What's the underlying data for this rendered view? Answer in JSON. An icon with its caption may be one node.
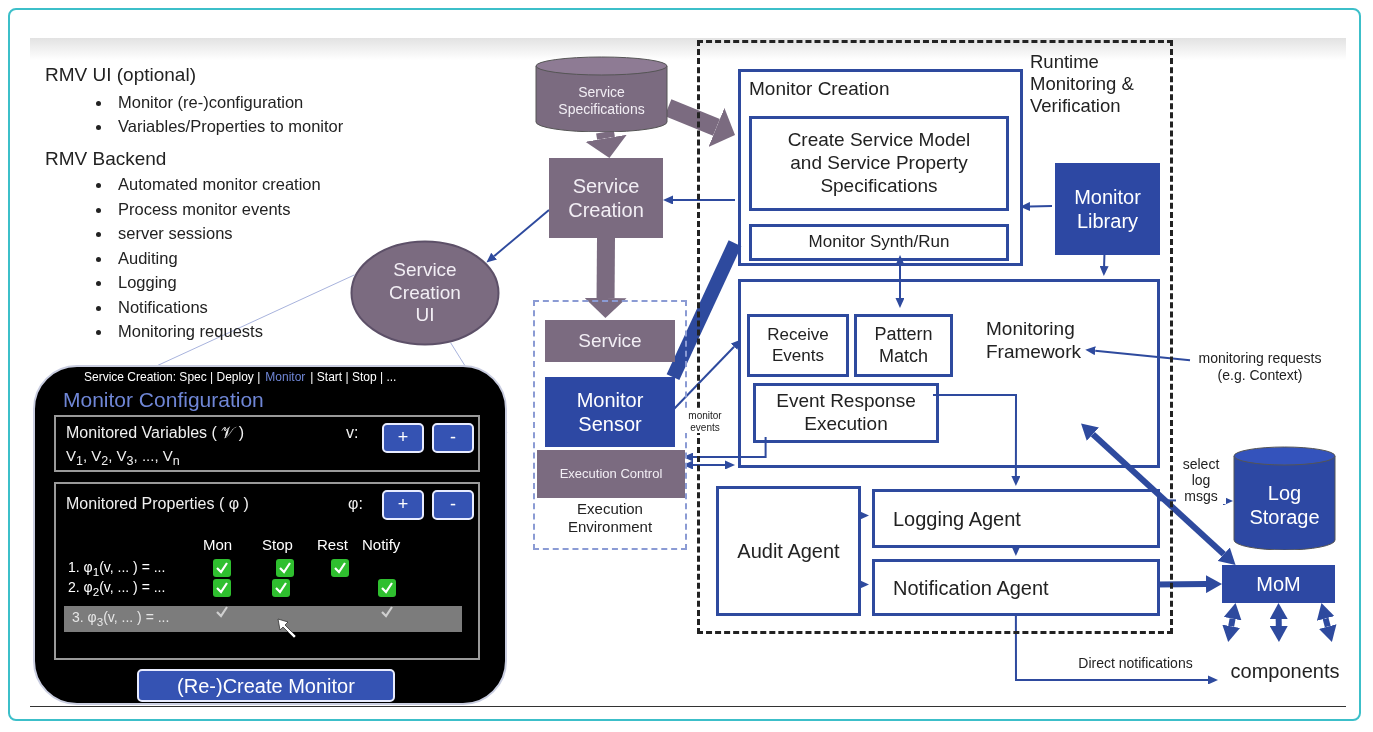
{
  "diagram": {
    "nodes": [
      {
        "text": [
          "Service Specifications"
        ]
      },
      {
        "text": [
          "Service Creation"
        ]
      },
      {
        "text": [
          "Service Creation UI"
        ]
      },
      {
        "text": [
          "Runtime Monitoring & Verification"
        ]
      },
      {
        "text": [
          "Monitor Creation"
        ],
        "in": 3
      },
      {
        "text": [
          "Create Service Model and Service Property Specifications"
        ],
        "in": 4
      },
      {
        "text": [
          "Monitor Synth/Run"
        ],
        "in": 4
      },
      {
        "text": [
          "Monitor Library"
        ],
        "in": 3
      },
      {
        "text": [
          "Monitoring Framework"
        ],
        "in": 3
      },
      {
        "text": [
          "Receive Events"
        ],
        "in": 8
      },
      {
        "text": [
          "Pattern Match"
        ],
        "in": 8
      },
      {
        "text": [
          "Event Response Execution"
        ],
        "in": 8
      },
      {
        "text": [
          "Execution Environment"
        ]
      },
      {
        "text": [
          "Service"
        ],
        "in": 12
      },
      {
        "text": [
          "Monitor Sensor"
        ],
        "in": 12
      },
      {
        "text": [
          "Execution Control"
        ],
        "in": 12
      },
      {
        "text": [
          "Audit Agent"
        ],
        "in": 3
      },
      {
        "text": [
          "Logging Agent"
        ],
        "in": 3
      },
      {
        "text": [
          "Notification Agent"
        ],
        "in": 3
      },
      {
        "text": [
          "Log Storage"
        ]
      },
      {
        "text": [
          "MoM"
        ]
      },
      {
        "text": [
          "components"
        ]
      },
      {
        "text": [
          "monitoring requests (e.g. Context)"
        ]
      },
      {
        "text": [
          "Monitor Configuration"
        ]
      },
      {
        "text": [
          "Monitored Variables ( 𝒱 )",
          "V$_{1}$, V$_{2}$, V$_{3}$, ..., V$_{n}$",
          "v:"
        ],
        "in": 23
      },
      {
        "text": [
          "+"
        ],
        "in": 24
      },
      {
        "text": [
          "-"
        ],
        "in": 24
      },
      {
        "text": [
          "Monitored Properties ( φ )",
          "φ:"
        ],
        "in": 23
      },
      {
        "text": [
          "+"
        ],
        "in": 27
      },
      {
        "text": [
          "-"
        ],
        "in": 27
      },
      {
        "text": [
          "3. φ$_{3}$(v, ... ) = ..."
        ],
        "in": 27
      },
      {
        "text": [
          "(Re-)Create Monitor"
        ],
        "in": 23
      }
    ],
    "edges": [
      {
        "from": 0,
        "to": 1,
        "arrow": "to",
        "style": "thick",
        "color": "#7b6b80"
      },
      {
        "from": 0,
        "to": 4,
        "arrow": "to",
        "style": "thick",
        "color": "#7b6b80"
      },
      {
        "from": 1,
        "to": 13,
        "arrow": "to",
        "style": "thick",
        "color": "#7b6b80"
      },
      {
        "from": 4,
        "to": 1,
        "arrow": "to"
      },
      {
        "from": 1,
        "to": 2,
        "arrow": "to"
      },
      {
        "from": 4,
        "to": 14,
        "arrow": "none",
        "style": "thick"
      },
      {
        "from": 14,
        "to": 9,
        "arrow": "to",
        "label": "monitor events"
      },
      {
        "from": 7,
        "to": 4,
        "arrow": "to"
      },
      {
        "from": 7,
        "to": 8,
        "arrow": "to"
      },
      {
        "from": 6,
        "to": 10,
        "arrow": "both"
      },
      {
        "from": 22,
        "to": 8,
        "arrow": "to"
      },
      {
        "from": 11,
        "to": 15,
        "arrow": "to"
      },
      {
        "from": 8,
        "to": 15,
        "arrow": "both"
      },
      {
        "from": 11,
        "to": 17,
        "arrow": "to"
      },
      {
        "from": 16,
        "to": 17,
        "arrow": "to"
      },
      {
        "from": 16,
        "to": 18,
        "arrow": "to"
      },
      {
        "from": 17,
        "to": 18,
        "arrow": "to"
      },
      {
        "from": 17,
        "to": 19,
        "arrow": "to",
        "label": "select log msgs"
      },
      {
        "from": 18,
        "to": 20,
        "arrow": "to",
        "style": "thick"
      },
      {
        "from": 20,
        "to": 8,
        "arrow": "both",
        "style": "thick"
      },
      {
        "from": 20,
        "to": 21,
        "arrow": "both",
        "style": "thick"
      },
      {
        "from": 20,
        "to": 21,
        "arrow": "both",
        "style": "thick"
      },
      {
        "from": 20,
        "to": 21,
        "arrow": "both",
        "style": "thick"
      },
      {
        "from": 18,
        "to": 21,
        "arrow": "to",
        "label": "Direct notifications"
      },
      {
        "from": 2,
        "to": 23,
        "arrow": "none",
        "color": "#a8b3dd"
      },
      {
        "from": 2,
        "to": 23,
        "arrow": "none",
        "color": "#a8b3dd"
      }
    ],
    "labels": [
      "RMV UI (optional)",
      "Monitor (re-)configuration",
      "Variables/Properties to monitor",
      "RMV Backend",
      "Automated monitor creation",
      "Process monitor events",
      "server sessions",
      "Auditing",
      "Logging",
      "Notifications",
      "Monitoring requests",
      "Service Creation:  Spec | Deploy |",
      "Monitor",
      "| Start | Stop | ...",
      "Mon",
      "Stop",
      "Rest",
      "Notify",
      "1. φ$_{1}$(v, ... ) = ...",
      "2. φ$_{2}$(v, ... ) = ..."
    ]
  }
}
